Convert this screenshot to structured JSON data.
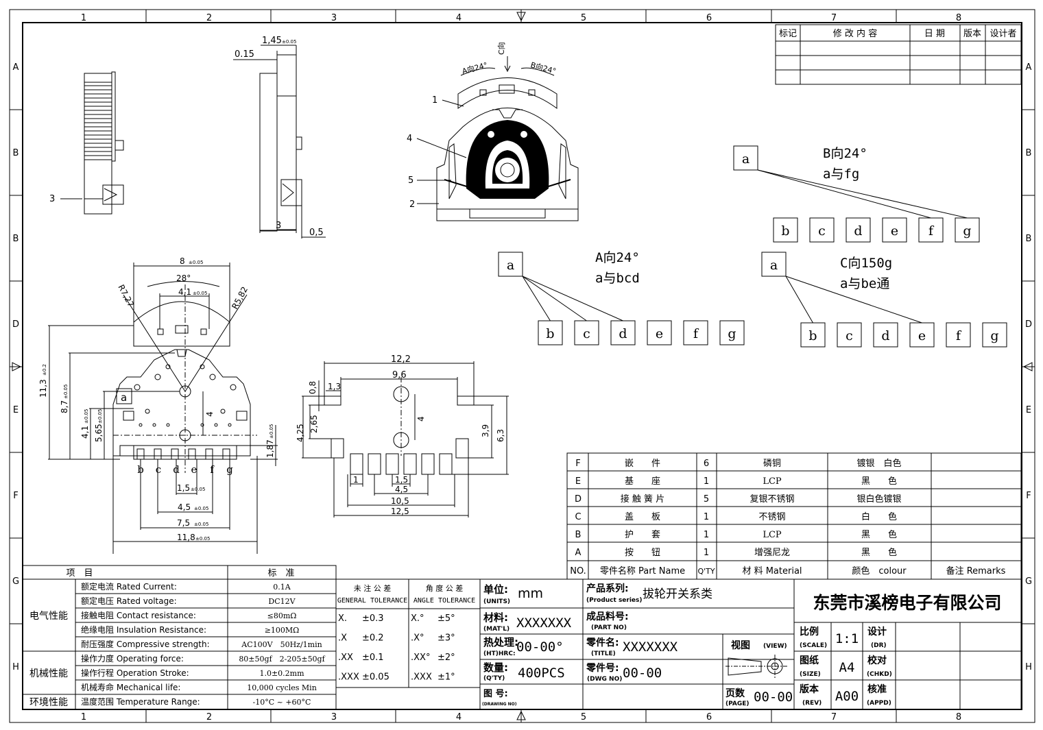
{
  "frame": {
    "cols": [
      "1",
      "2",
      "3",
      "4",
      "5",
      "6",
      "7",
      "8"
    ],
    "rows_left": [
      "A",
      "B",
      "B",
      "D",
      "E",
      "F",
      "G",
      "H"
    ],
    "rows_right": [
      "A",
      "B",
      "B",
      "D",
      "E",
      "F",
      "G",
      "H"
    ]
  },
  "revision_table": {
    "headers": [
      "标记",
      "修 改 内 容",
      "日 期",
      "版本",
      "设计者"
    ]
  },
  "top_views": {
    "callout_1": "1",
    "callout_2": "2",
    "callout_3": "3",
    "callout_4": "4",
    "callout_5": "5",
    "dim_015": "0.15",
    "dim_145": "1,45",
    "dim_145_tol": "±0.05",
    "dim_3": "3",
    "dim_05": "0,5",
    "arrow_c": "C向",
    "arrow_a": "A向24°",
    "arrow_b": "B向24°"
  },
  "front_view": {
    "dim_8": "8",
    "tol": "±0.05",
    "dim_28": "28°",
    "dim_41": "4,1",
    "dim_r727": "R7,27",
    "dim_r582": "R5,82",
    "dim_113": "11,3",
    "dim_113_tol": "±0.2",
    "dim_87": "8,7",
    "dim_41v": "4,1",
    "dim_565": "5,65",
    "dim_187": "1,87",
    "dim_4": "4",
    "label_a": "a",
    "pins": [
      "b",
      "c",
      "d",
      "e",
      "f",
      "g"
    ],
    "dim_15": "1,5",
    "dim_45": "4,5",
    "dim_75": "7,5",
    "dim_118": "11,8"
  },
  "pcb_view": {
    "dim_122": "12,2",
    "dim_96": "9,6",
    "dim_08": "0,8",
    "dim_13": "1,3",
    "dim_265": "2,65",
    "dim_425": "4,25",
    "dim_4": "4",
    "dim_39": "3,9",
    "dim_63": "6,3",
    "dim_1": "1",
    "dim_15": "1,5",
    "dim_45": "4,5",
    "dim_105": "10,5",
    "dim_125": "12,5"
  },
  "schematics": [
    {
      "title": "B向24°",
      "subtitle": "a与fg",
      "common": "a",
      "pins": [
        "b",
        "c",
        "d",
        "e",
        "f",
        "g"
      ],
      "connected": [
        "f",
        "g"
      ]
    },
    {
      "title": "A向24°",
      "subtitle": "a与bcd",
      "common": "a",
      "pins": [
        "b",
        "c",
        "d",
        "e",
        "f",
        "g"
      ],
      "connected": [
        "b",
        "c",
        "d"
      ]
    },
    {
      "title": "C向150g",
      "subtitle": "a与be通",
      "common": "a",
      "pins": [
        "b",
        "c",
        "d",
        "e",
        "f",
        "g"
      ],
      "connected": [
        "b",
        "e"
      ]
    }
  ],
  "bom": {
    "rows": [
      [
        "F",
        "嵌　　件",
        "6",
        "磷铜",
        "镀银　白色",
        ""
      ],
      [
        "E",
        "基　　座",
        "1",
        "LCP",
        "黑　　色",
        ""
      ],
      [
        "D",
        "接 触 簧 片",
        "5",
        "复银不锈钢",
        "银白色镀银",
        ""
      ],
      [
        "C",
        "盖　　板",
        "1",
        "不锈钢",
        "白　　色",
        ""
      ],
      [
        "B",
        "护　　套",
        "1",
        "LCP",
        "黑　　色",
        ""
      ],
      [
        "A",
        "按　　钮",
        "1",
        "增强尼龙",
        "黑　　色",
        ""
      ]
    ],
    "header": [
      "NO.",
      "零件名称 Part Name",
      "Q'TY",
      "材 料 Material",
      "颜色　colour",
      "备注 Remarks"
    ]
  },
  "specs": {
    "header_item": "项　目",
    "header_std": "标　准",
    "groups": [
      {
        "group": "电气性能",
        "rows": [
          [
            "额定电流 Rated Current:",
            "0.1A"
          ],
          [
            "额定电压 Rated voltage:",
            "DC12V"
          ],
          [
            "接触电阻 Contact resistance:",
            "≤80mΩ"
          ],
          [
            "绝缘电阻 Insulation Resistance:",
            "≥100MΩ"
          ],
          [
            "耐压强度 Compressive strength:",
            "AC100V　50Hz/1min"
          ]
        ]
      },
      {
        "group": "机械性能",
        "rows": [
          [
            "操作力度 Operating force:",
            "80±50gf　2-205±50gf"
          ],
          [
            "操作行程 Operation Stroke:",
            "1.0±0.2mm"
          ],
          [
            "机械寿命 Mechanical life:",
            "10,000 cycles Min"
          ]
        ]
      },
      {
        "group": "环境性能",
        "rows": [
          [
            "温度范围 Temperature Range:",
            "-10°C ~ +60°C"
          ]
        ]
      }
    ]
  },
  "tolerances": {
    "general_cn": "未 注 公 差",
    "general_en": "GENERAL TOLERANCE",
    "angle_cn": "角 度 公 差",
    "angle_en": "ANGLE TOLERANCE",
    "general": [
      [
        "X.",
        "±0.3"
      ],
      [
        ".X",
        "±0.2"
      ],
      [
        ".XX",
        "±0.1"
      ],
      [
        ".XXX",
        "±0.05"
      ]
    ],
    "angle": [
      [
        "X.°",
        "±5°"
      ],
      [
        ".X°",
        "±3°"
      ],
      [
        ".XX°",
        "±2°"
      ],
      [
        ".XXX",
        "±1°"
      ]
    ]
  },
  "title_block": {
    "units_cn": "单位:",
    "units_en": "(UNITS)",
    "units_val": "mm",
    "mat_cn": "材料:",
    "mat_en": "(MAT'L)",
    "mat_val": "XXXXXXX",
    "ht_cn": "热处理:",
    "ht_en": "(HT)HRC:",
    "ht_val": "00-00°",
    "qty_cn": "数量:",
    "qty_en": "(Q'TY)",
    "qty_val": "400PCS",
    "dwg_cn": "图 号:",
    "dwg_en": "(DRAWING NO)",
    "series_cn": "产品系列:",
    "series_en": "(Product series)",
    "series_val": "拔轮开关系类",
    "part_cn": "成品料号:",
    "part_en": "(PART NO)",
    "title_cn": "零件名:",
    "title_en": "(TITLE)",
    "title_val": "XXXXXXX",
    "dwgno_cn": "零件号:",
    "dwgno_en": "(DWG NO)",
    "dwgno_val": "00-00",
    "view_cn": "视图",
    "view_en": "(VIEW)",
    "page_cn": "页数",
    "page_en": "(PAGE)",
    "page_val": "00-00",
    "company": "东莞市溪榜电子有限公司",
    "scale_cn": "比例",
    "scale_en": "(SCALE)",
    "scale_val": "1:1",
    "size_cn": "图纸",
    "size_en": "(SIZE)",
    "size_val": "A4",
    "rev_cn": "版本",
    "rev_en": "(REV)",
    "rev_val": "A00",
    "dr_cn": "设计",
    "dr_en": "(DR)",
    "chkd_cn": "校对",
    "chkd_en": "(CHKD)",
    "appd_cn": "核准",
    "appd_en": "(APPD)"
  }
}
